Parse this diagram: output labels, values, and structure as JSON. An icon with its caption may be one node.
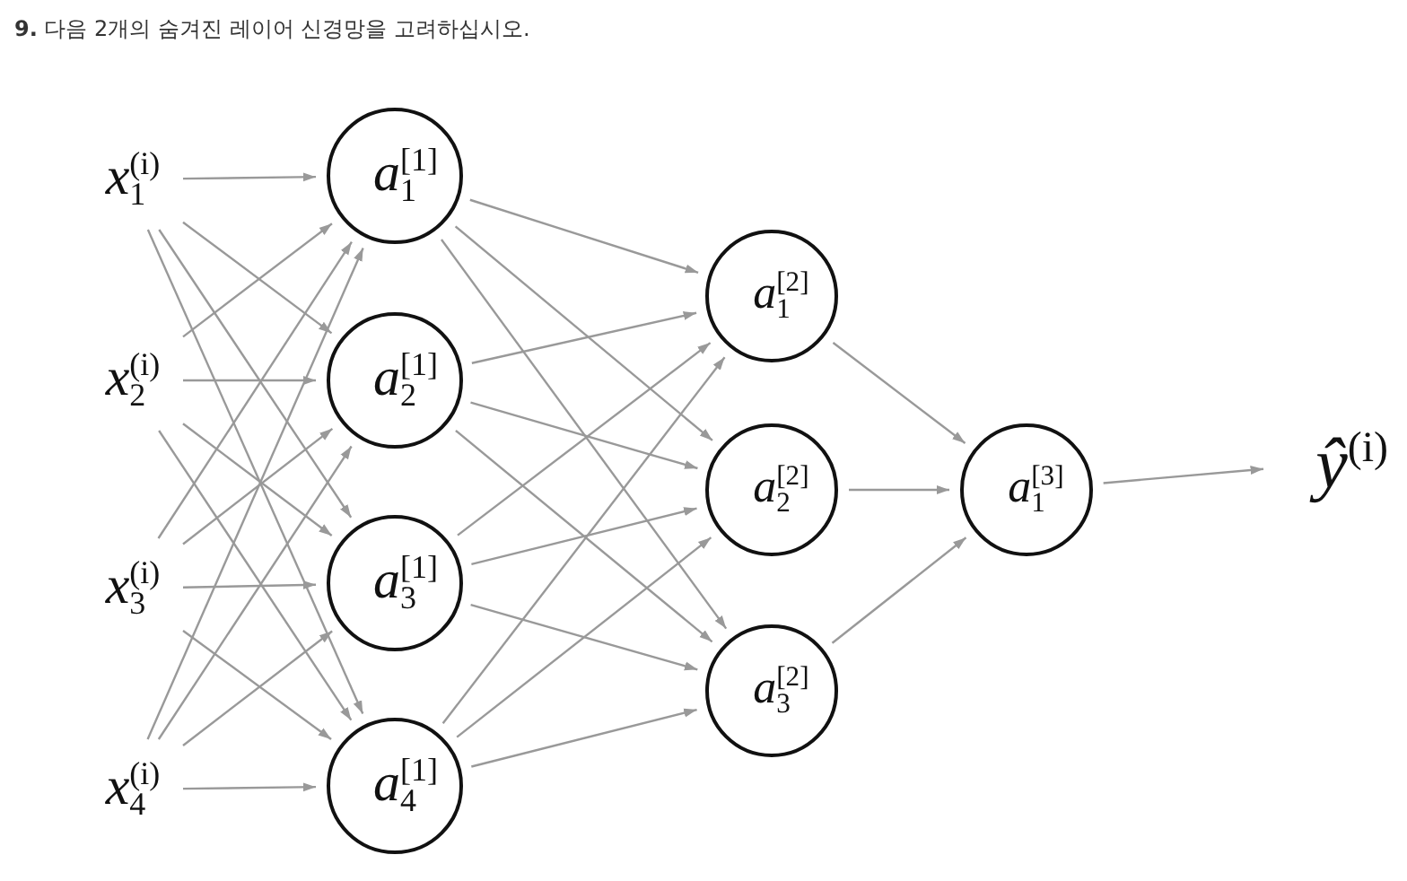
{
  "diagram": {
    "title": "**9.** 다음 2개의 숨겨진 레이어 신경망을 고려하십시오.",
    "nodes": [
      {
        "text": [
          "*x*$^{(i)}$$_{1}$"
        ]
      },
      {
        "text": [
          "*x*$^{(i)}$$_{2}$"
        ]
      },
      {
        "text": [
          "*x*$^{(i)}$$_{3}$"
        ]
      },
      {
        "text": [
          "*x*$^{(i)}$$_{4}$"
        ]
      },
      {
        "text": [
          "*a*$^{[1]}$$_{1}$"
        ]
      },
      {
        "text": [
          "*a*$^{[1]}$$_{2}$"
        ]
      },
      {
        "text": [
          "*a*$^{[1]}$$_{3}$"
        ]
      },
      {
        "text": [
          "*a*$^{[1]}$$_{4}$"
        ]
      },
      {
        "text": [
          "*a*$^{[2]}$$_{1}$"
        ]
      },
      {
        "text": [
          "*a*$^{[2]}$$_{2}$"
        ]
      },
      {
        "text": [
          "*a*$^{[2]}$$_{3}$"
        ]
      },
      {
        "text": [
          "*a*$^{[3]}$$_{1}$"
        ]
      },
      {
        "text": [
          "*ŷ*$^{(i)}$"
        ]
      }
    ],
    "edges": [
      {
        "from": 0,
        "to": 4,
        "arrow": "to"
      },
      {
        "from": 0,
        "to": 5,
        "arrow": "to"
      },
      {
        "from": 0,
        "to": 6,
        "arrow": "to"
      },
      {
        "from": 0,
        "to": 7,
        "arrow": "to"
      },
      {
        "from": 1,
        "to": 4,
        "arrow": "to"
      },
      {
        "from": 1,
        "to": 5,
        "arrow": "to"
      },
      {
        "from": 1,
        "to": 6,
        "arrow": "to"
      },
      {
        "from": 1,
        "to": 7,
        "arrow": "to"
      },
      {
        "from": 2,
        "to": 4,
        "arrow": "to"
      },
      {
        "from": 2,
        "to": 5,
        "arrow": "to"
      },
      {
        "from": 2,
        "to": 6,
        "arrow": "to"
      },
      {
        "from": 2,
        "to": 7,
        "arrow": "to"
      },
      {
        "from": 3,
        "to": 4,
        "arrow": "to"
      },
      {
        "from": 3,
        "to": 5,
        "arrow": "to"
      },
      {
        "from": 3,
        "to": 6,
        "arrow": "to"
      },
      {
        "from": 3,
        "to": 7,
        "arrow": "to"
      },
      {
        "from": 4,
        "to": 8,
        "arrow": "to"
      },
      {
        "from": 4,
        "to": 9,
        "arrow": "to"
      },
      {
        "from": 4,
        "to": 10,
        "arrow": "to"
      },
      {
        "from": 5,
        "to": 8,
        "arrow": "to"
      },
      {
        "from": 5,
        "to": 9,
        "arrow": "to"
      },
      {
        "from": 5,
        "to": 10,
        "arrow": "to"
      },
      {
        "from": 6,
        "to": 8,
        "arrow": "to"
      },
      {
        "from": 6,
        "to": 9,
        "arrow": "to"
      },
      {
        "from": 6,
        "to": 10,
        "arrow": "to"
      },
      {
        "from": 7,
        "to": 8,
        "arrow": "to"
      },
      {
        "from": 7,
        "to": 9,
        "arrow": "to"
      },
      {
        "from": 7,
        "to": 10,
        "arrow": "to"
      },
      {
        "from": 8,
        "to": 11,
        "arrow": "to"
      },
      {
        "from": 9,
        "to": 11,
        "arrow": "to"
      },
      {
        "from": 10,
        "to": 11,
        "arrow": "to"
      },
      {
        "from": 11,
        "to": 12,
        "arrow": "to"
      }
    ]
  }
}
